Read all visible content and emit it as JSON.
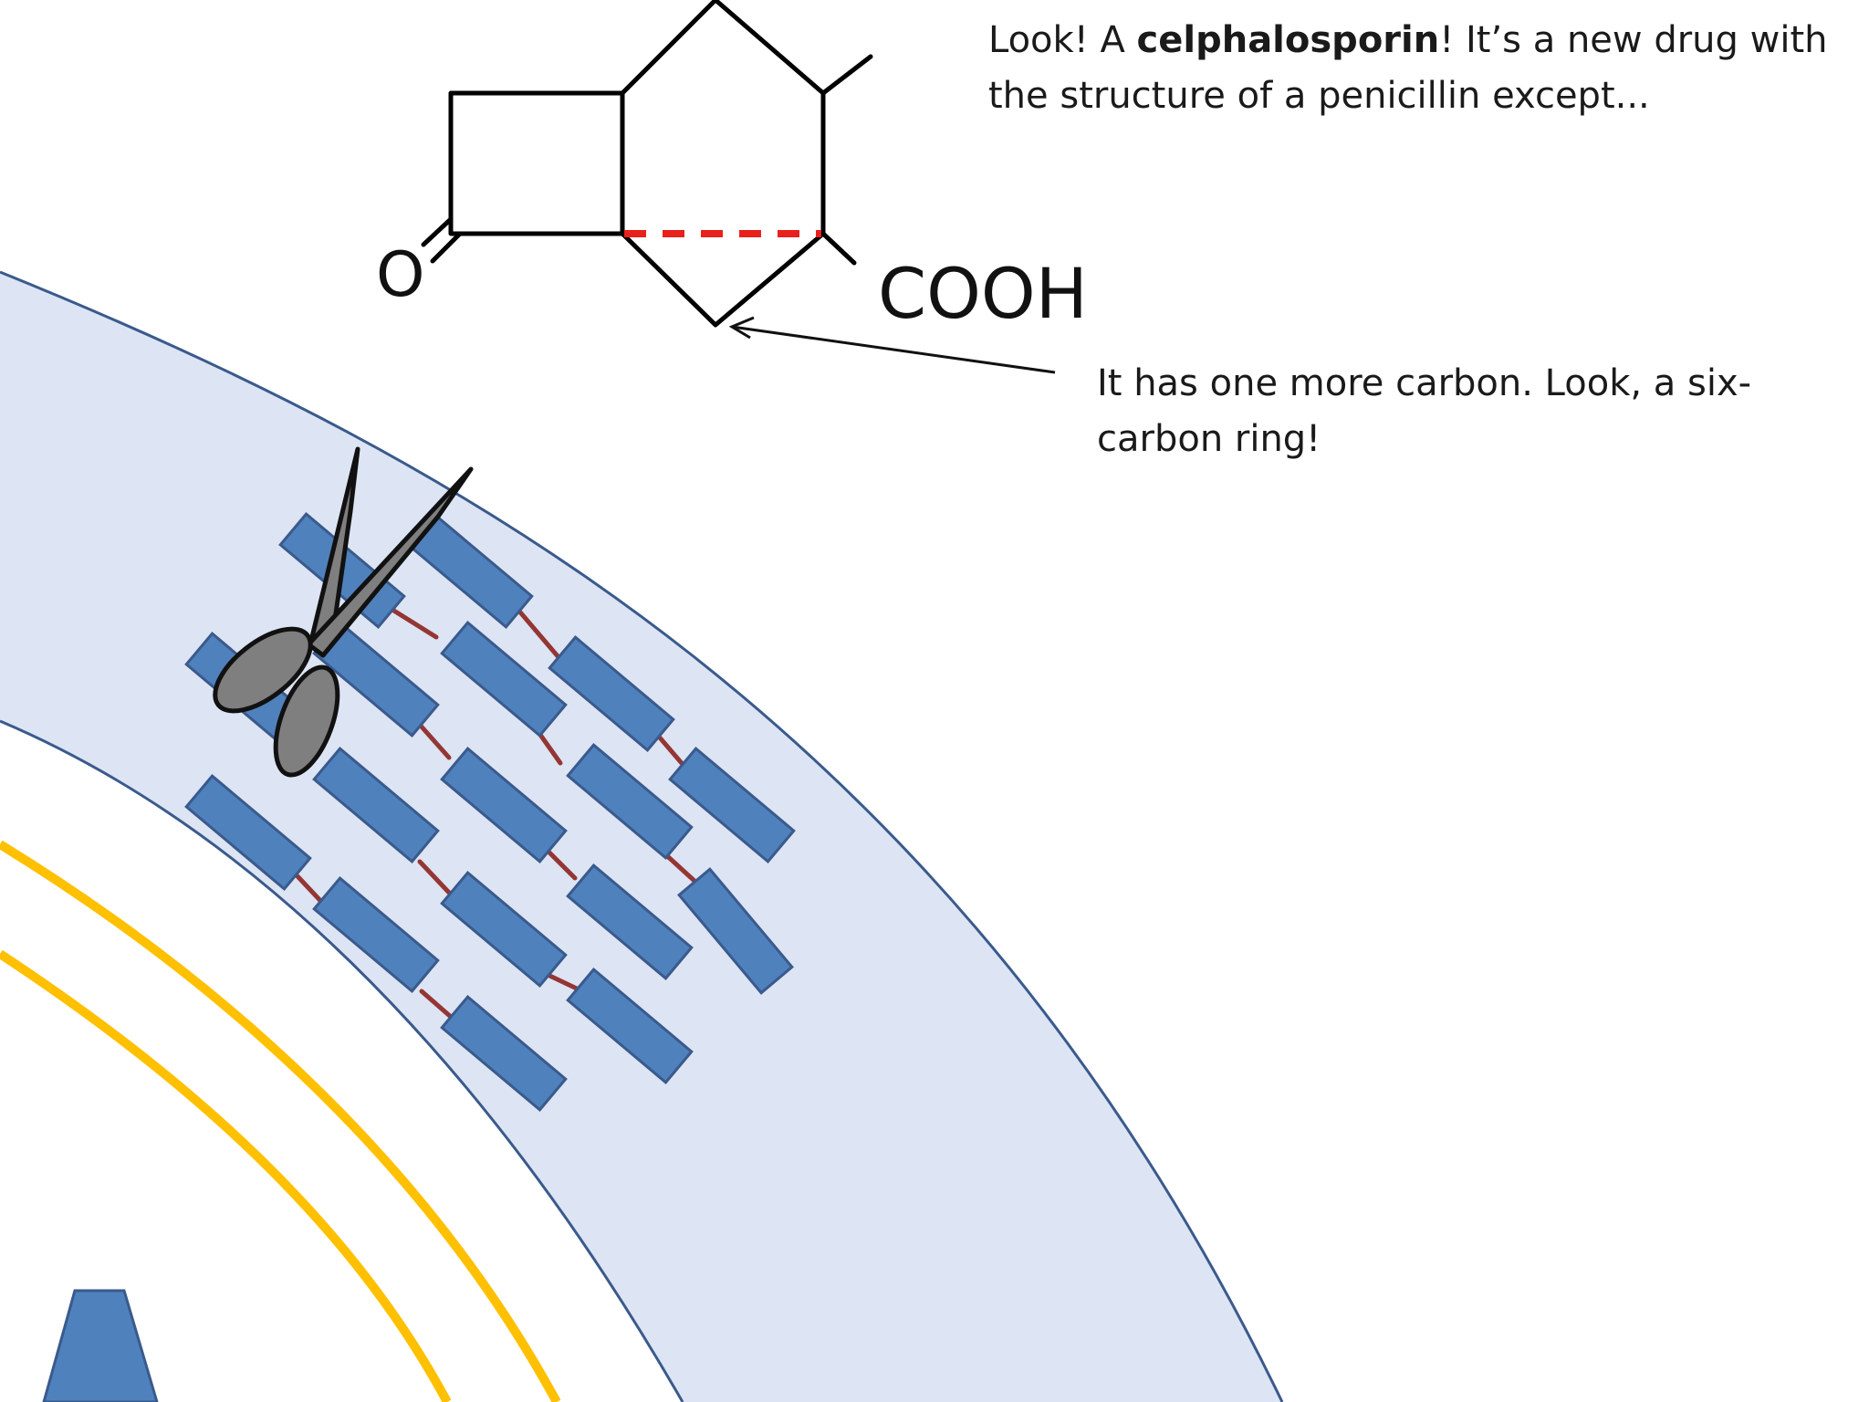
{
  "captions": {
    "intro": {
      "before": "Look! A ",
      "bold": "celphalosporin",
      "after_line1": "! It’s a new drug with",
      "line2": "the structure of a penicillin except..."
    },
    "ring_note": {
      "line1": "It has one more carbon. Look, a six-",
      "line2": "carbon ring!"
    }
  },
  "molecule": {
    "atom_labels": {
      "oxygen": "O",
      "carboxyl": "COOH"
    },
    "highlight_bond_color": "#e8211d",
    "bond_color": "#000000"
  },
  "cell": {
    "wall_fill": "#dde4f3",
    "wall_outline": "#3a5a8c",
    "membrane_color": "#ffc000",
    "peptidoglycan_block_color": "#4f81bd",
    "crosslink_color": "#943634"
  },
  "enzyme": {
    "icon": "scissors-icon",
    "color": "#7f7f7f"
  },
  "protein": {
    "color": "#4f81bd"
  }
}
